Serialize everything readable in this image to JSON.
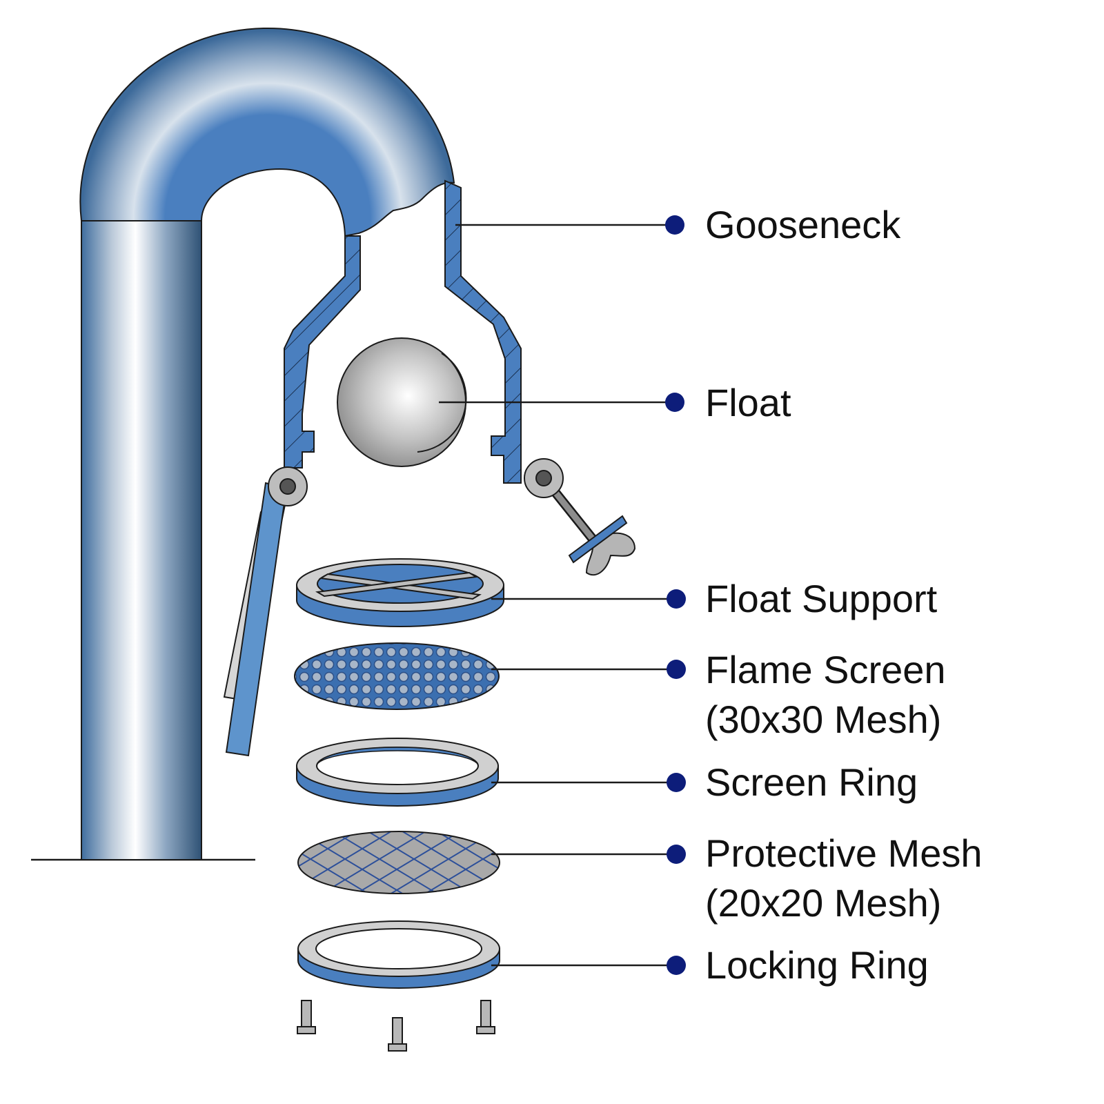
{
  "labels": {
    "gooseneck": "Gooseneck",
    "float": "Float",
    "float_support": "Float Support",
    "flame_screen": "Flame Screen\n(30x30 Mesh)",
    "screen_ring": "Screen Ring",
    "protective_mesh": "Protective Mesh\n(20x20 Mesh)",
    "locking_ring": "Locking Ring"
  },
  "colors": {
    "steel_blue": "#4a7fbf",
    "dark_blue": "#2f5f96",
    "callout_dot": "#0d1d7a",
    "outline": "#1a1a1a",
    "silver": "#c9c9c9"
  }
}
